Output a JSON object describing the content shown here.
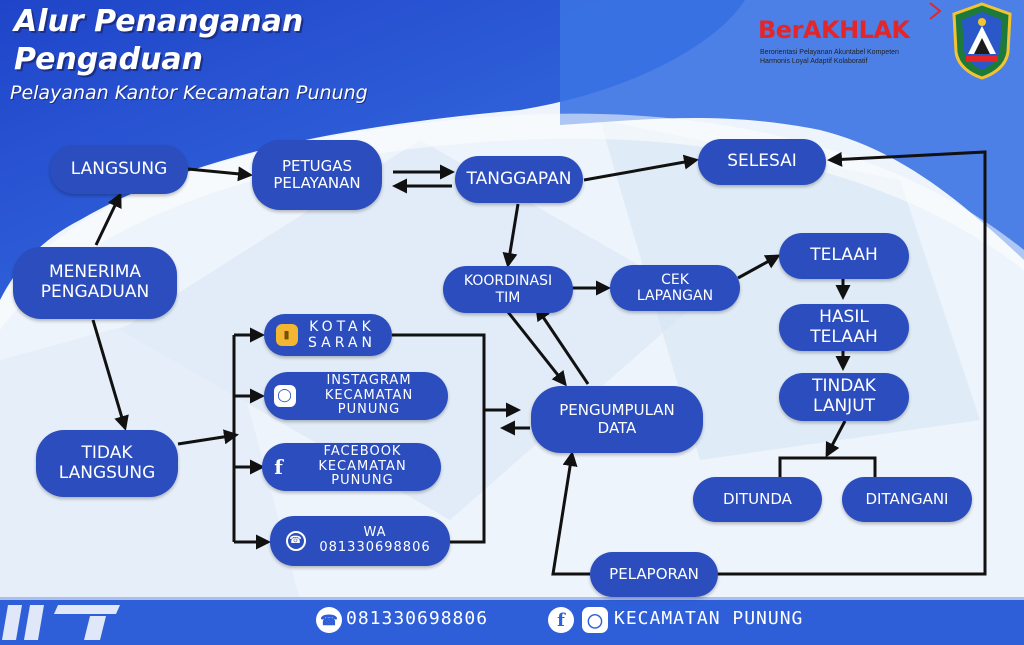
{
  "header": {
    "title_line1": "Alur Penanganan",
    "title_line2": "Pengaduan",
    "subtitle": "Pelayanan Kantor Kecamatan Punung"
  },
  "brand": {
    "name": "BerAKHLAK",
    "tagline_line1": "Berorientasi Pelayanan Akuntabel Kompeten",
    "tagline_line2": "Harmonis Loyal Adaptif Kolaboratif",
    "color": "#e3262a"
  },
  "nodes": {
    "langsung": "LANGSUNG",
    "menerima": "MENERIMA\nPENGADUAN",
    "tidak_langsung": "TIDAK\nLANGSUNG",
    "petugas": "PETUGAS\nPELAYANAN",
    "tanggapan": "TANGGAPAN",
    "selesai": "SELESAI",
    "koordinasi": "KOORDINASI\nTIM",
    "cek_lapangan": "CEK\nLAPANGAN",
    "telaah": "TELAAH",
    "hasil_telaah": "HASIL TELAAH",
    "tindak_lanjut": "TINDAK LANJUT",
    "ditunda": "DITUNDA",
    "ditangani": "DITANGANI",
    "pengumpulan": "PENGUMPULAN\nDATA",
    "pelaporan": "PELAPORAN",
    "kotak_saran": "KOTAK\nSARAN",
    "instagram": "INSTAGRAM\nKECAMATAN PUNUNG",
    "facebook": "FACEBOOK\nKECAMATAN PUNUNG",
    "wa": "WA\n081330698806"
  },
  "footer": {
    "phone": "081330698806",
    "social": "KECAMATAN PUNUNG"
  },
  "colors": {
    "node": "#2b4dbd",
    "primary_blue": "#2f5fd8",
    "arrow": "#111111"
  },
  "icons": [
    "suggestion-box-icon",
    "instagram-icon",
    "facebook-icon",
    "whatsapp-icon"
  ]
}
